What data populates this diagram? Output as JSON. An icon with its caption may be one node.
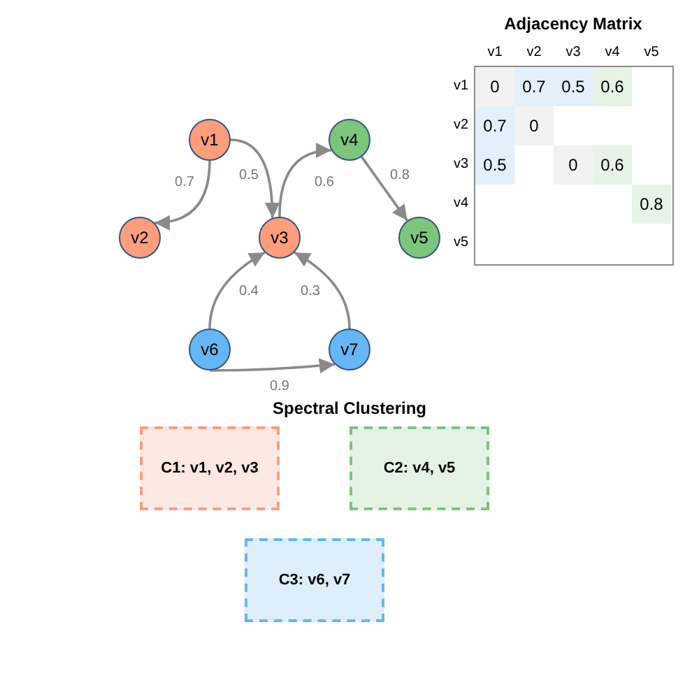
{
  "diagram": {
    "nodes": [
      {
        "text": [
          "v1"
        ]
      },
      {
        "text": [
          "v2"
        ]
      },
      {
        "text": [
          "v3"
        ]
      },
      {
        "text": [
          "v4"
        ]
      },
      {
        "text": [
          "v5"
        ]
      },
      {
        "text": [
          "v6"
        ]
      },
      {
        "text": [
          "v7"
        ]
      },
      {
        "text": [
          "C1: v1, v2, v3"
        ]
      },
      {
        "text": [
          "C2: v4, v5"
        ]
      },
      {
        "text": [
          "C3: v6, v7"
        ]
      }
    ],
    "edges": [
      {
        "from": 0,
        "to": 1,
        "arrow": "to",
        "label": "0.7"
      },
      {
        "from": 0,
        "to": 2,
        "arrow": "to",
        "label": "0.5"
      },
      {
        "from": 2,
        "to": 3,
        "arrow": "to",
        "label": "0.6"
      },
      {
        "from": 3,
        "to": 4,
        "arrow": "to",
        "label": "0.8"
      },
      {
        "from": 5,
        "to": 2,
        "arrow": "to",
        "label": "0.4"
      },
      {
        "from": 6,
        "to": 2,
        "arrow": "to",
        "label": "0.3"
      },
      {
        "from": 5,
        "to": 6,
        "arrow": "to",
        "label": "0.9"
      }
    ],
    "labels": [
      "Adjacency Matrix",
      "v1",
      "v2",
      "v3",
      "v4",
      "v5",
      "v1",
      "0",
      "0.7",
      "0.5",
      "0.6",
      "v2",
      "0.7",
      "0",
      "v3",
      "0.5",
      "0",
      "0.6",
      "v4",
      "0.8",
      "v5",
      "Spectral Clustering"
    ]
  }
}
